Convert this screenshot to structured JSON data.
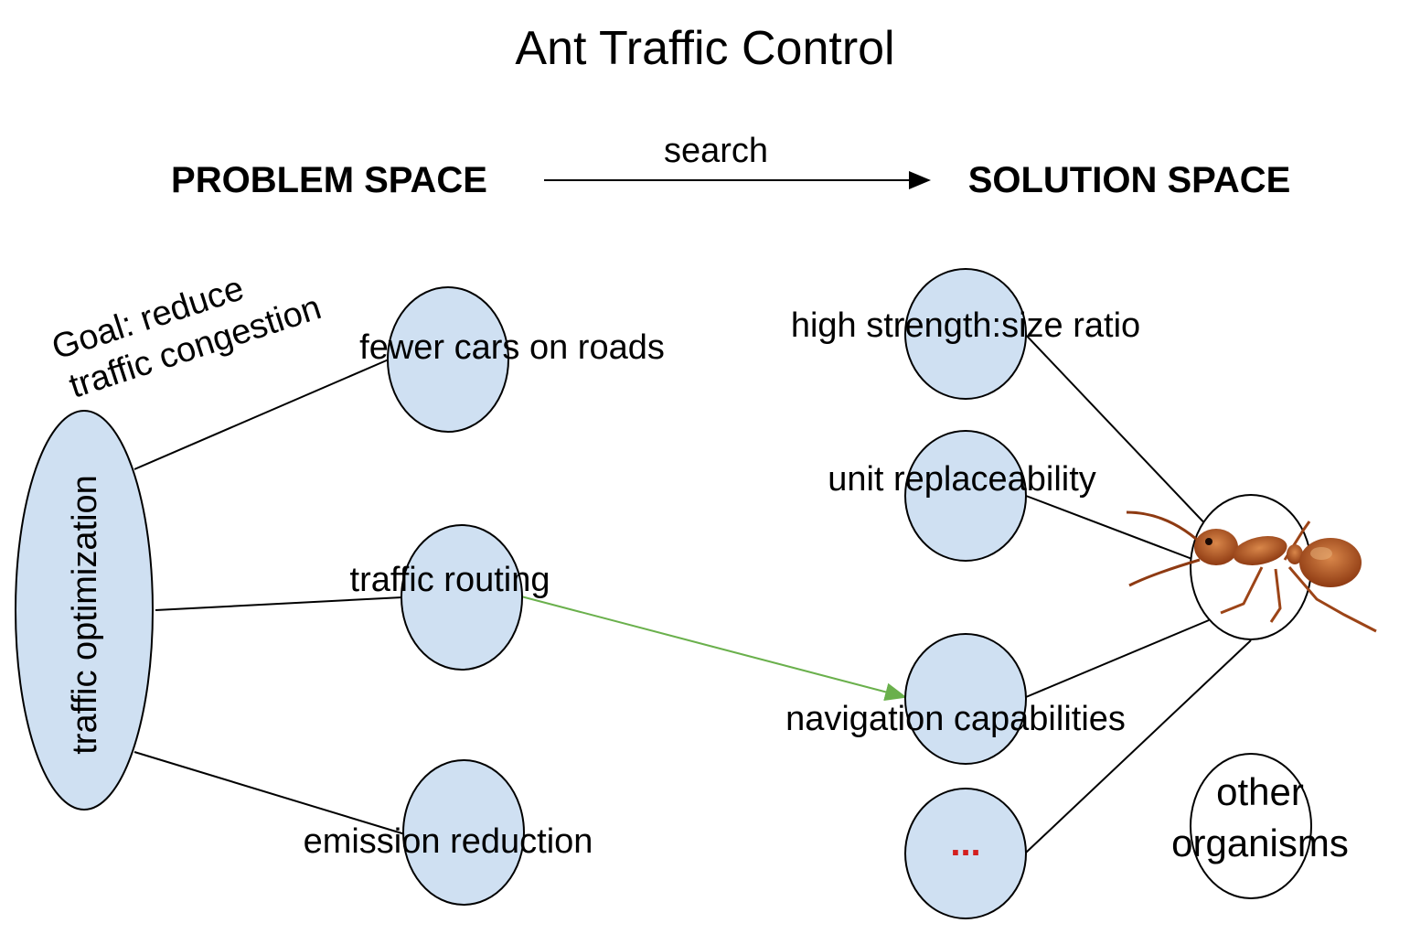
{
  "title": "Ant Traffic Control",
  "header": {
    "problem_space": "PROBLEM SPACE",
    "solution_space": "SOLUTION SPACE",
    "search_label": "search"
  },
  "problem": {
    "root": "traffic optimization",
    "goal_line1": "Goal: reduce",
    "goal_line2": "traffic congestion",
    "nodes": [
      "fewer cars on roads",
      "traffic routing",
      "emission reduction"
    ]
  },
  "solution": {
    "nodes": [
      "high strength:size ratio",
      "unit replaceability",
      "navigation capabilities",
      "..."
    ],
    "organism_label": "ant",
    "other_line1": "other",
    "other_line2": "organisms"
  },
  "colors": {
    "node_fill": "#cfe0f2",
    "search_link": "#6ab04c",
    "ellipsis": "#d42020",
    "ant_body": "#b5561f"
  }
}
